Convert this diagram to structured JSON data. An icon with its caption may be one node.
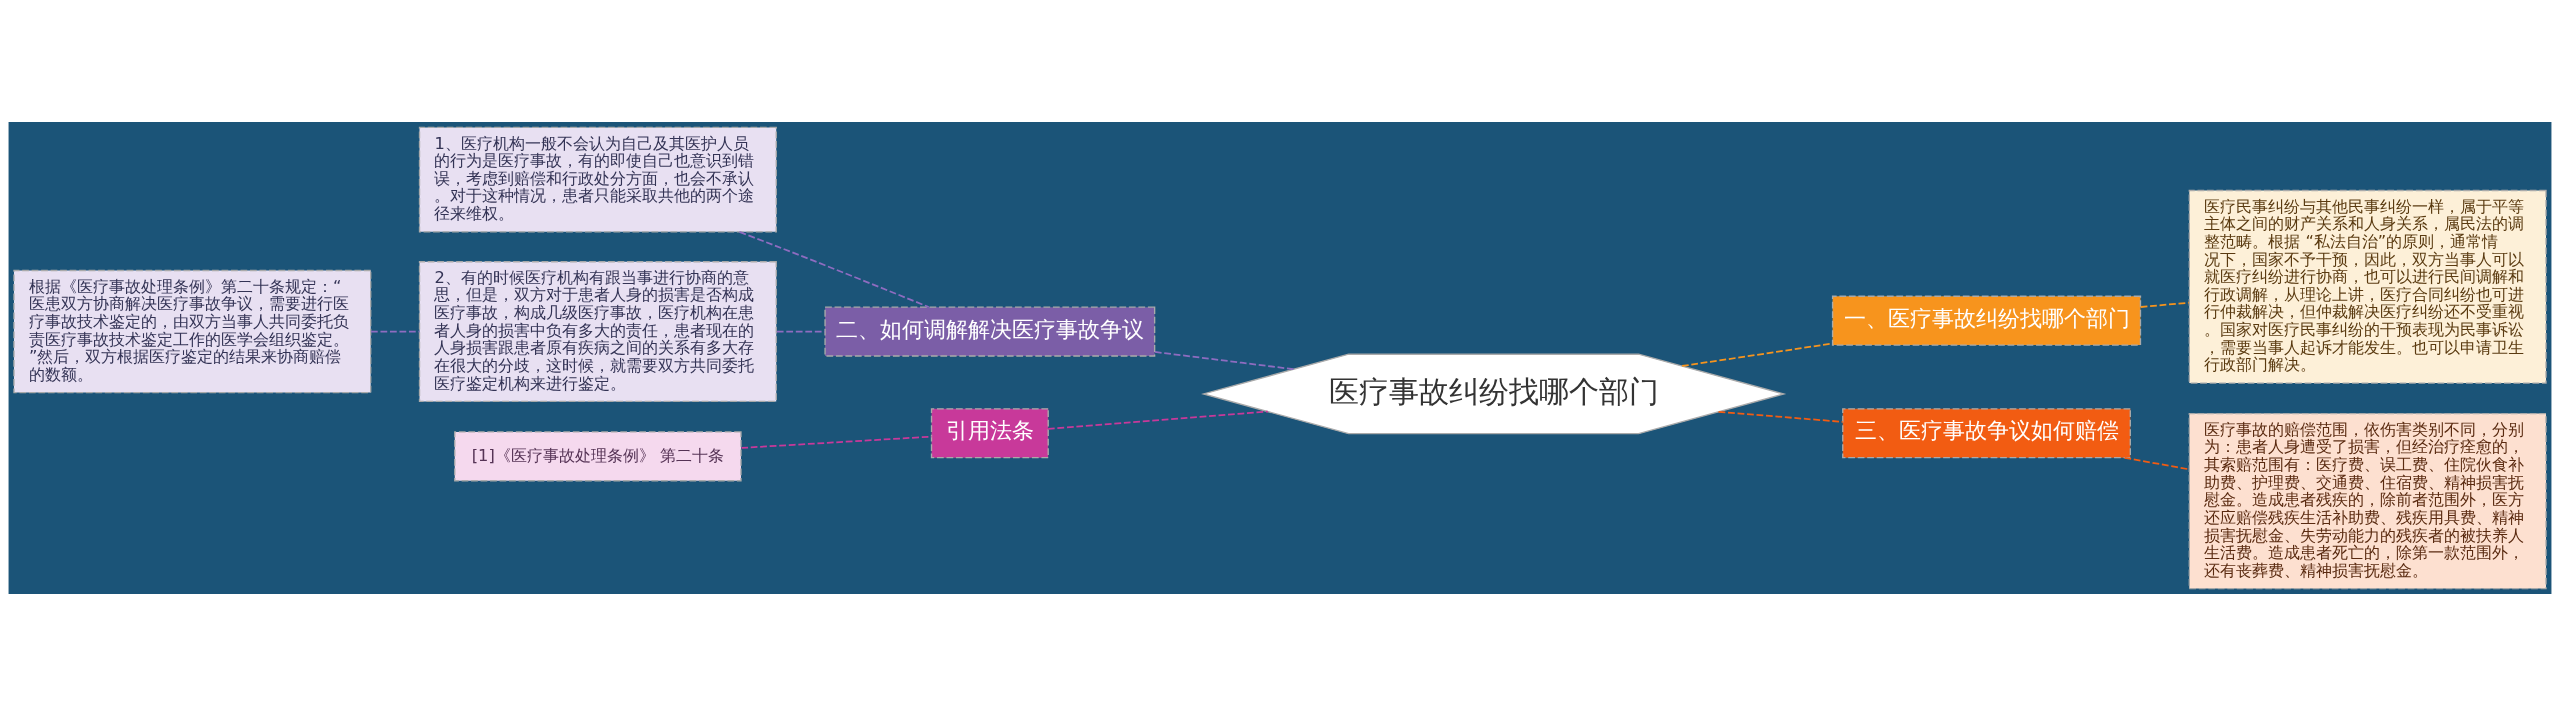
{
  "diagram": {
    "nodes": [
      {
        "text": [
          "医疗事故纠纷找哪个部门"
        ]
      },
      {
        "text": [
          "一、医疗事故纠纷找哪个部门"
        ]
      },
      {
        "text": [
          "医疗民事纠纷与其他民事纠纷一样，属于平等主体之间的财产关系和人身关系，属民法的调整范畴。根据 “私法自治”的原则，通常情况下，国家不予干预，因此，双方当事人可以就医疗纠纷进行协商，也可以进行民间调解和行政调解，从理论上讲，医疗合同纠纷也可进行仲裁解决，但仲裁解决医疗纠纷还不受重视。国家对医疗民事纠纷的干预表现为民事诉讼，需要当事人起诉才能发生。也可以申请卫生行政部门解决。"
        ]
      },
      {
        "text": [
          "三、医疗事故争议如何赔偿"
        ]
      },
      {
        "text": [
          "医疗事故的赔偿范围，依伤害类别不同，分别为：患者人身遭受了损害，但经治疗痊愈的，其索赔范围有：医疗费、误工费、住院伙食补助费、护理费、交通费、住宿费、精神损害抚慰金。造成患者残疾的，除前者范围外，医方还应赔偿残疾生活补助费、残疾用具费、精神损害抚慰金、失劳动能力的残疾者的被扶养人生活费。造成患者死亡的，除第一款范围外，还有丧葬费、精神损害抚慰金。"
        ]
      },
      {
        "text": [
          "二、如何调解解决医疗事故争议"
        ]
      },
      {
        "text": [
          "1、医疗机构一般不会认为自己及其医护人员的行为是医疗事故，有的即使自己也意识到错误，考虑到赔偿和行政处分方面，也会不承认。对于这种情况，患者只能采取共他的两个途径来维权。"
        ]
      },
      {
        "text": [
          "2、有的时候医疗机构有跟当事进行协商的意思，但是，双方对于患者人身的损害是否构成医疗事故，构成几级医疗事故，医疗机构在患者人身的损害中负有多大的责任，患者现在的人身损害跟患者原有疾病之间的关系有多大存在很大的分歧，这时候，就需要双方共同委托医疗鉴定机构来进行鉴定。"
        ]
      },
      {
        "text": [
          "根据《医疗事故处理条例》第二十条规定：“医患双方协商解决医疗事故争议，需要进行医疗事故技术鉴定的，由双方当事人共同委托负责医疗事故技术鉴定工作的医学会组织鉴定。”然后，双方根据医疗鉴定的结果来协商赔偿的数额。"
        ]
      },
      {
        "text": [
          "引用法条"
        ]
      },
      {
        "text": [
          "[1]《医疗事故处理条例》 第二十条"
        ]
      }
    ],
    "edges": [
      {
        "from": 0,
        "to": 1,
        "arrow": "none",
        "style": "dashed",
        "color": "#f7941d"
      },
      {
        "from": 1,
        "to": 2,
        "arrow": "none",
        "style": "dashed",
        "color": "#f7941d"
      },
      {
        "from": 0,
        "to": 3,
        "arrow": "none",
        "style": "dashed",
        "color": "#f25c12"
      },
      {
        "from": 3,
        "to": 4,
        "arrow": "none",
        "style": "dashed",
        "color": "#f25c12"
      },
      {
        "from": 0,
        "to": 5,
        "arrow": "none",
        "style": "dashed",
        "color": "#8e6cc0"
      },
      {
        "from": 5,
        "to": 6,
        "arrow": "none",
        "style": "dashed",
        "color": "#8e6cc0"
      },
      {
        "from": 5,
        "to": 7,
        "arrow": "none",
        "style": "dashed",
        "color": "#8e6cc0"
      },
      {
        "from": 7,
        "to": 8,
        "arrow": "none",
        "style": "dashed",
        "color": "#8e6cc0"
      },
      {
        "from": 0,
        "to": 9,
        "arrow": "none",
        "style": "dashed",
        "color": "#c8399a"
      },
      {
        "from": 9,
        "to": 10,
        "arrow": "none",
        "style": "dashed",
        "color": "#c8399a"
      }
    ]
  }
}
